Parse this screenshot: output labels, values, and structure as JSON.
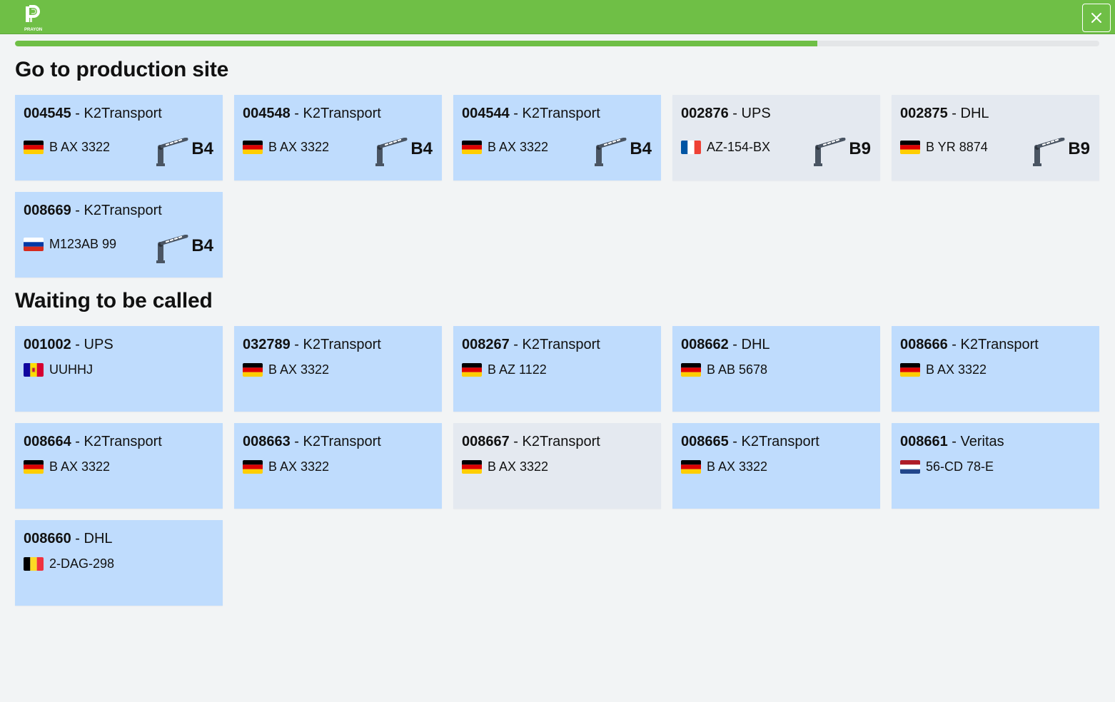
{
  "header": {
    "brand": "PRAYON",
    "close_label": "×"
  },
  "progress": {
    "value": 0.74
  },
  "colors": {
    "header_green": "#6fbf46",
    "card_blue": "#bfdcfd",
    "card_grey": "#e4e9f0"
  },
  "production": {
    "title": "Go to production site",
    "cards": [
      {
        "number": "004545",
        "sep": " - ",
        "carrier": "K2Transport",
        "country": "de",
        "plate": "B AX 3322",
        "gate": "B4",
        "state": "active"
      },
      {
        "number": "004548",
        "sep": " - ",
        "carrier": "K2Transport",
        "country": "de",
        "plate": "B AX 3322",
        "gate": "B4",
        "state": "active"
      },
      {
        "number": "004544",
        "sep": " - ",
        "carrier": "K2Transport",
        "country": "de",
        "plate": "B AX 3322",
        "gate": "B4",
        "state": "active"
      },
      {
        "number": "002876",
        "sep": " - ",
        "carrier": "UPS",
        "country": "fr",
        "plate": "AZ-154-BX",
        "gate": "B9",
        "state": "inactive"
      },
      {
        "number": "002875",
        "sep": " - ",
        "carrier": "DHL",
        "country": "de",
        "plate": "B YR 8874",
        "gate": "B9",
        "state": "inactive"
      },
      {
        "number": "008669",
        "sep": " - ",
        "carrier": "K2Transport",
        "country": "ru",
        "plate": "M123AB 99",
        "gate": "B4",
        "state": "active"
      }
    ]
  },
  "waiting": {
    "title": "Waiting to be called",
    "cards": [
      {
        "number": "001002",
        "sep": " - ",
        "carrier": "UPS",
        "country": "ad",
        "plate": "UUHHJ",
        "state": "active"
      },
      {
        "number": "032789",
        "sep": " - ",
        "carrier": "K2Transport",
        "country": "de",
        "plate": "B AX 3322",
        "state": "active"
      },
      {
        "number": "008267",
        "sep": " - ",
        "carrier": "K2Transport",
        "country": "de",
        "plate": "B AZ 1122",
        "state": "active"
      },
      {
        "number": "008662",
        "sep": " - ",
        "carrier": "DHL",
        "country": "de",
        "plate": "B AB 5678",
        "state": "active"
      },
      {
        "number": "008666",
        "sep": " - ",
        "carrier": "K2Transport",
        "country": "de",
        "plate": "B AX 3322",
        "state": "active"
      },
      {
        "number": "008664",
        "sep": " - ",
        "carrier": "K2Transport",
        "country": "de",
        "plate": "B AX 3322",
        "state": "active"
      },
      {
        "number": "008663",
        "sep": " - ",
        "carrier": "K2Transport",
        "country": "de",
        "plate": "B AX 3322",
        "state": "active"
      },
      {
        "number": "008667",
        "sep": " - ",
        "carrier": "K2Transport",
        "country": "de",
        "plate": "B AX 3322",
        "state": "inactive"
      },
      {
        "number": "008665",
        "sep": " - ",
        "carrier": "K2Transport",
        "country": "de",
        "plate": "B AX 3322",
        "state": "active"
      },
      {
        "number": "008661",
        "sep": " - ",
        "carrier": "Veritas",
        "country": "nl",
        "plate": "56-CD 78-E",
        "state": "active"
      },
      {
        "number": "008660",
        "sep": " - ",
        "carrier": "DHL",
        "country": "be",
        "plate": "2-DAG-298",
        "state": "active"
      }
    ]
  }
}
